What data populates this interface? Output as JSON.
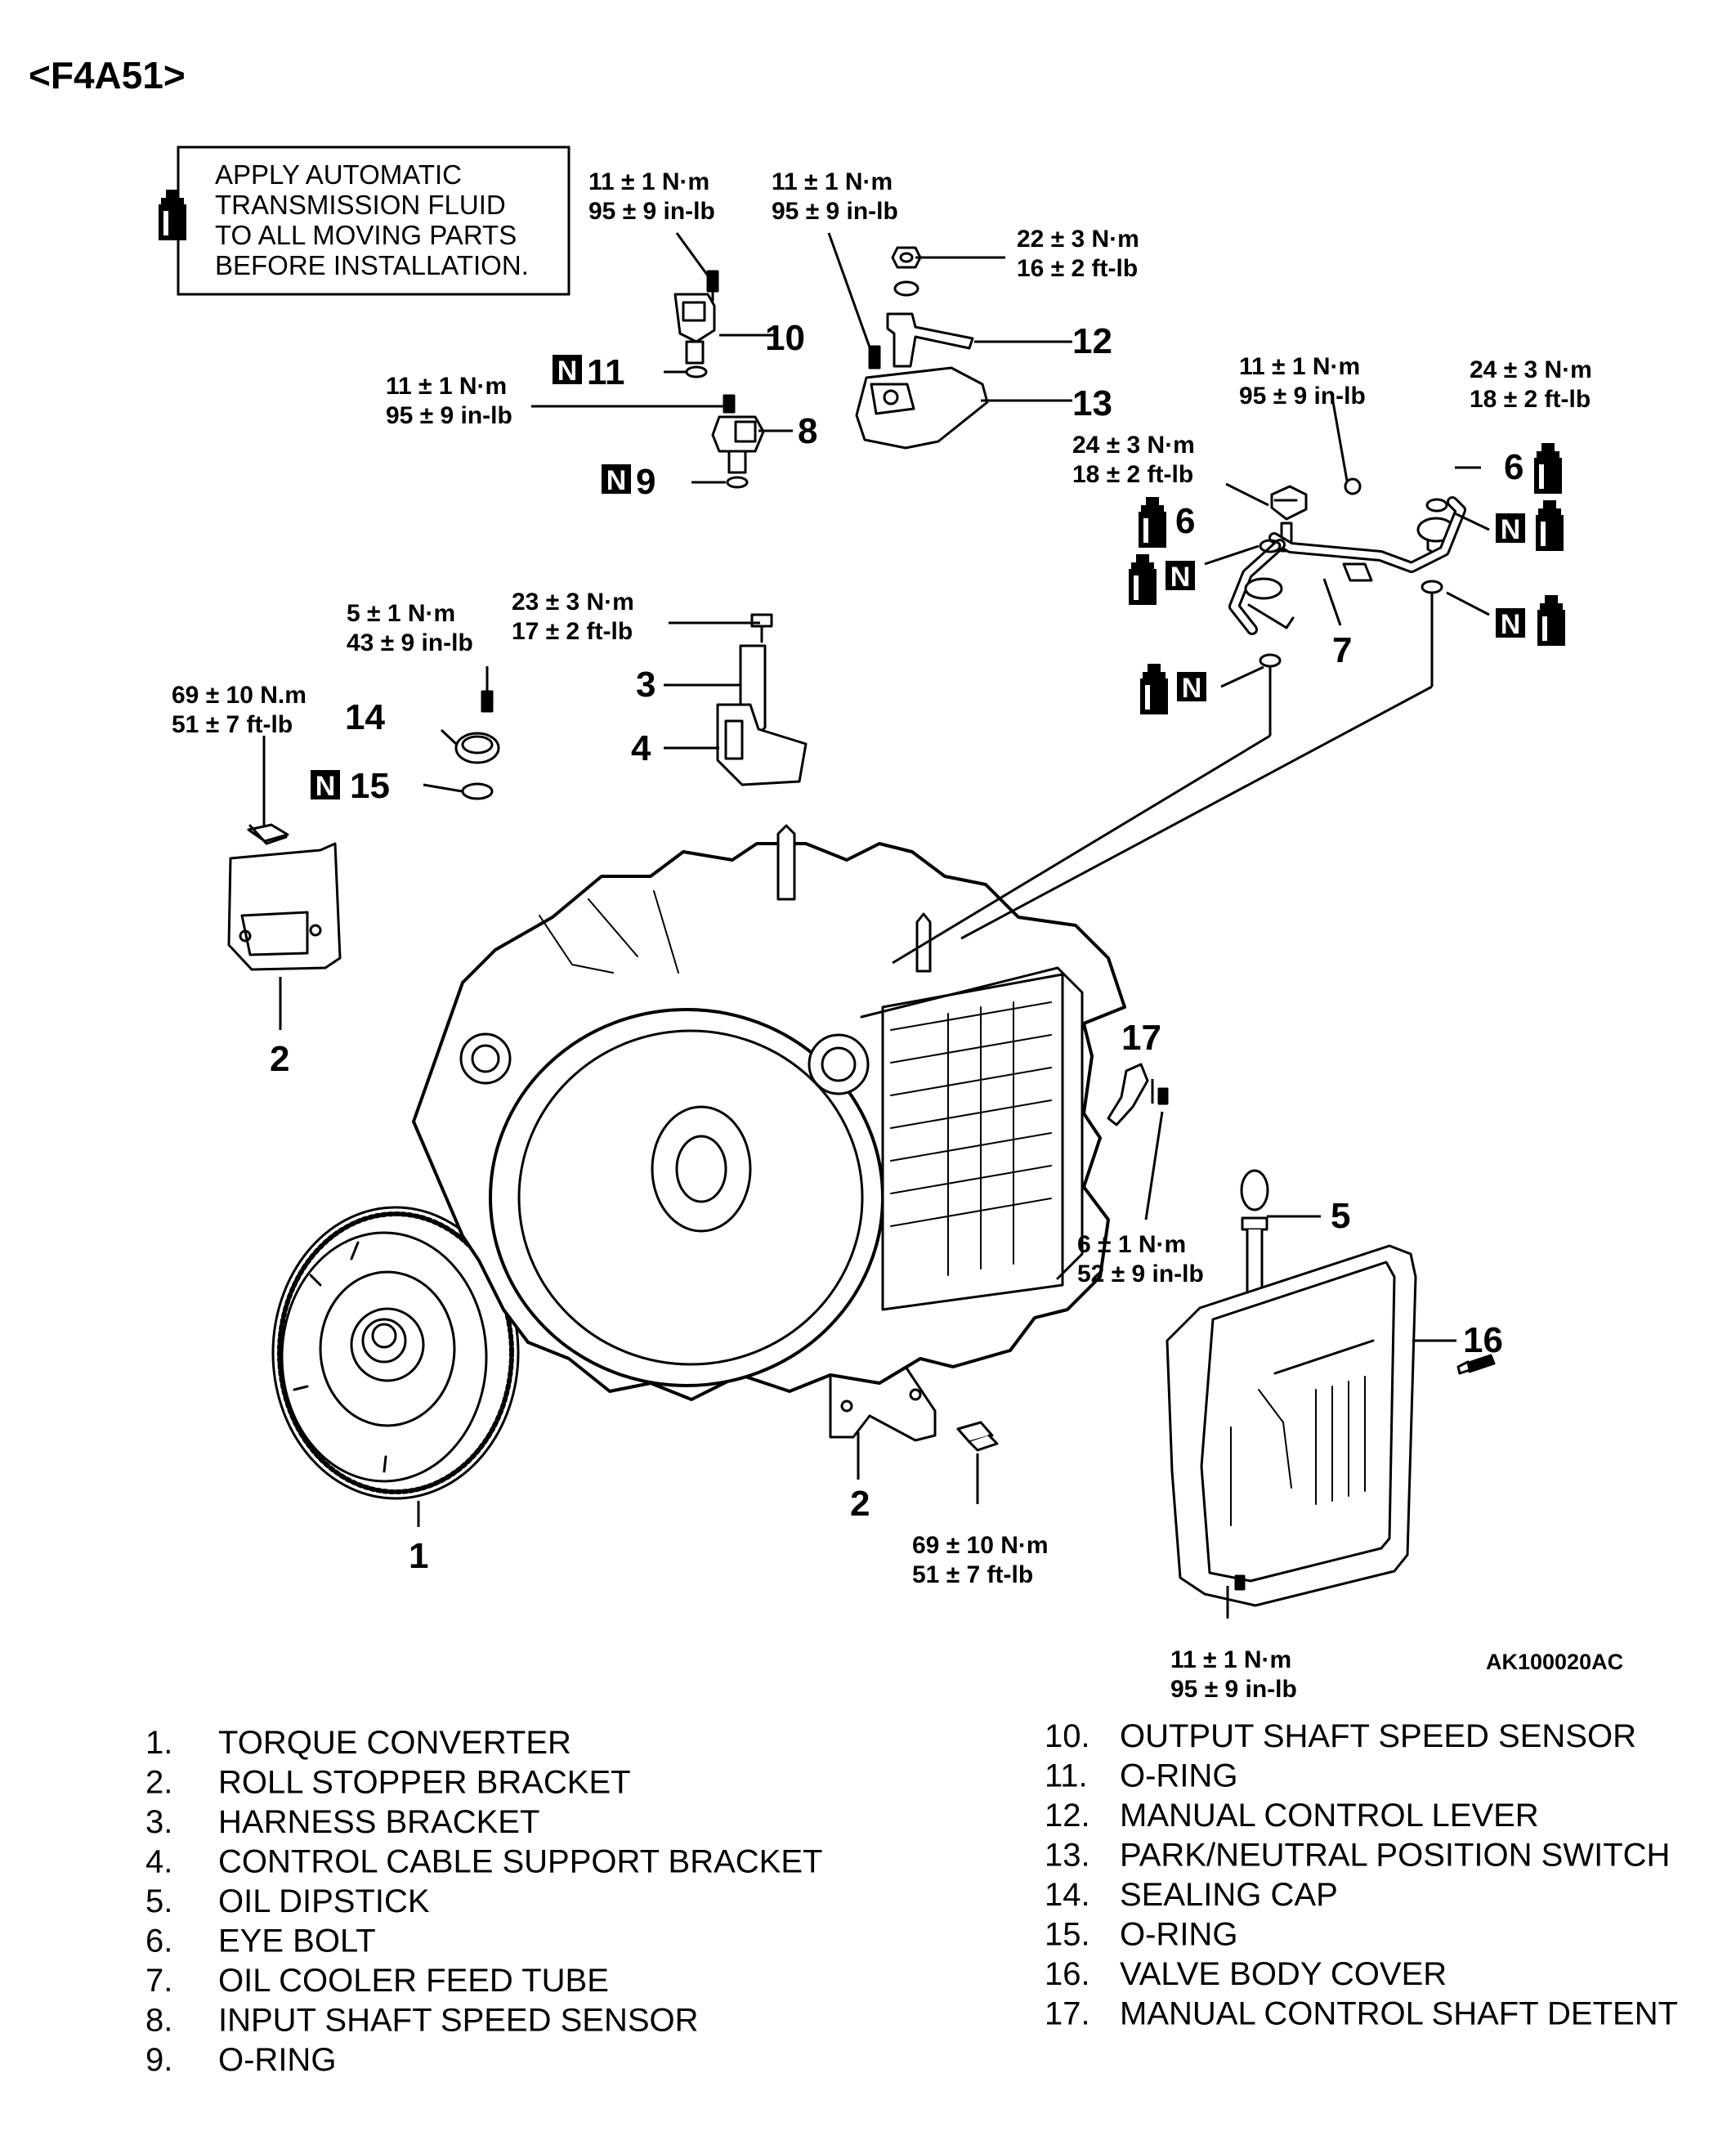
{
  "title": "<F4A51>",
  "note": {
    "lines": [
      "APPLY AUTOMATIC",
      "TRANSMISSION FLUID",
      "TO ALL MOVING PARTS",
      "BEFORE INSTALLATION."
    ]
  },
  "figure_code": "AK100020AC",
  "callouts": {
    "c1": "1",
    "c2a": "2",
    "c2b": "2",
    "c3": "3",
    "c4": "4",
    "c5": "5",
    "c6a": "6",
    "c6b": "6",
    "c7": "7",
    "c8": "8",
    "c9": "9",
    "c10": "10",
    "c11": "11",
    "c12": "12",
    "c13": "13",
    "c14": "14",
    "c15": "15",
    "c16": "16",
    "c17": "17"
  },
  "marks": {
    "n": "N"
  },
  "torques": {
    "t10_nm": "11 ± 1 N·m",
    "t10_in": "95 ± 9 in-lb",
    "t13_nm": "11 ± 1 N·m",
    "t13_in": "95 ± 9 in-lb",
    "t12_nm": "22 ± 3 N·m",
    "t12_ft": "16 ± 2 ft-lb",
    "t8_nm": "11 ± 1 N·m",
    "t8_in": "95 ± 9 in-lb",
    "t7clip_nm": "11 ± 1 N·m",
    "t7clip_in": "95 ± 9 in-lb",
    "t6r_nm": "24 ± 3 N·m",
    "t6r_ft": "18 ± 2 ft-lb",
    "t6l_nm": "24 ± 3 N·m",
    "t6l_ft": "18 ± 2 ft-lb",
    "t14_nm": "5 ± 1 N·m",
    "t14_in": "43 ± 9 in-lb",
    "t3_nm": "23 ± 3 N·m",
    "t3_ft": "17 ± 2 ft-lb",
    "t2l_nm": "69 ± 10 N.m",
    "t2l_ft": "51 ± 7 ft-lb",
    "t17_nm": "6 ± 1 N·m",
    "t17_in": "52 ± 9 in-lb",
    "t2r_nm": "69 ± 10 N·m",
    "t2r_ft": "51 ± 7 ft-lb",
    "t16_nm": "11 ± 1 N·m",
    "t16_in": "95 ± 9 in-lb"
  },
  "legend": {
    "left": [
      {
        "num": "1.",
        "label": "TORQUE CONVERTER"
      },
      {
        "num": "2.",
        "label": "ROLL STOPPER BRACKET"
      },
      {
        "num": "3.",
        "label": "HARNESS BRACKET"
      },
      {
        "num": "4.",
        "label": "CONTROL CABLE SUPPORT BRACKET"
      },
      {
        "num": "5.",
        "label": "OIL DIPSTICK"
      },
      {
        "num": "6.",
        "label": "EYE BOLT"
      },
      {
        "num": "7.",
        "label": "OIL COOLER FEED TUBE"
      },
      {
        "num": "8.",
        "label": "INPUT SHAFT SPEED SENSOR"
      },
      {
        "num": "9.",
        "label": "O-RING"
      }
    ],
    "right": [
      {
        "num": "10.",
        "label": "OUTPUT SHAFT SPEED SENSOR"
      },
      {
        "num": "11.",
        "label": "O-RING"
      },
      {
        "num": "12.",
        "label": "MANUAL CONTROL LEVER"
      },
      {
        "num": "13.",
        "label": "PARK/NEUTRAL POSITION SWITCH"
      },
      {
        "num": "14.",
        "label": "SEALING CAP"
      },
      {
        "num": "15.",
        "label": "O-RING"
      },
      {
        "num": "16.",
        "label": "VALVE BODY COVER"
      },
      {
        "num": "17.",
        "label": "MANUAL CONTROL SHAFT DETENT"
      }
    ]
  }
}
